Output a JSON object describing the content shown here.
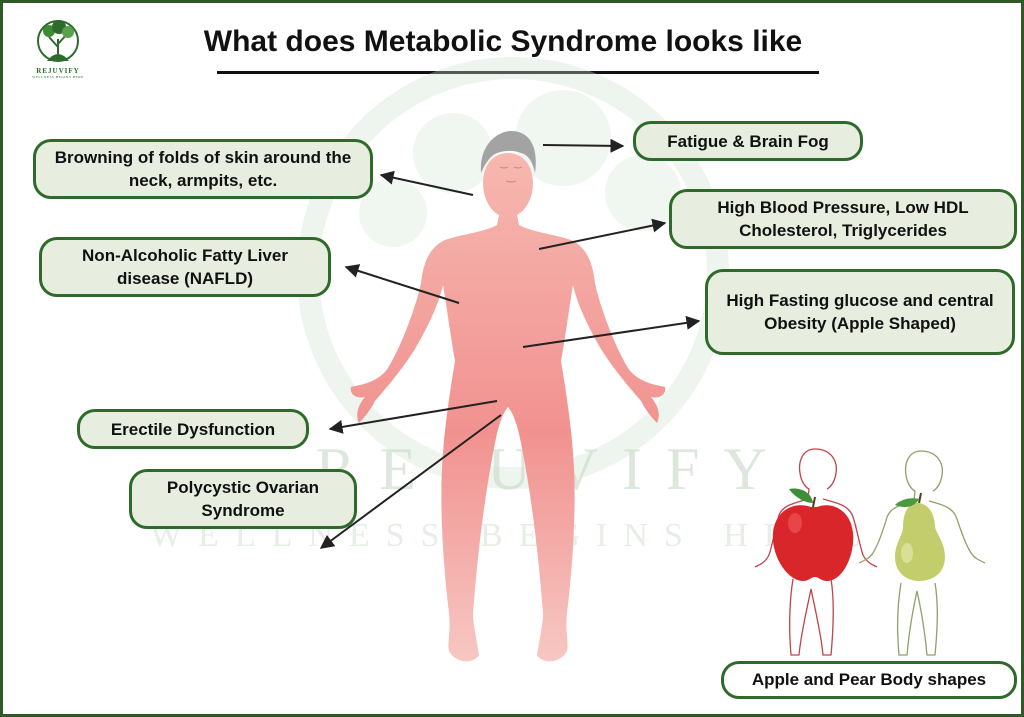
{
  "title": "What does Metabolic Syndrome looks like",
  "logo": {
    "name": "REJUVIFY",
    "tagline": "WELLNESS BEGINS HERE"
  },
  "watermark": {
    "name": "REJUVIFY",
    "tagline": "WELLNESS BEGINS HERE"
  },
  "callouts": {
    "skin": "Browning of folds of skin around the neck, armpits, etc.",
    "fatigue": "Fatigue & Brain Fog",
    "blood_pressure": "High Blood Pressure, Low HDL Cholesterol, Triglycerides",
    "liver": "Non-Alcoholic Fatty Liver disease (NAFLD)",
    "glucose": "High Fasting glucose and central Obesity (Apple Shaped)",
    "erectile": "Erectile Dysfunction",
    "ovarian": "Polycystic Ovarian Syndrome"
  },
  "body_shapes_caption": "Apple and Pear Body shapes",
  "colors": {
    "accent": "#2e6b2a",
    "callout_fill": "#e7eedf",
    "body_top": "#f6b8b0",
    "body_bottom": "#ee7f80",
    "hair": "#a3a3a3",
    "apple": "#d9262b",
    "pear": "#c4cd6c"
  }
}
